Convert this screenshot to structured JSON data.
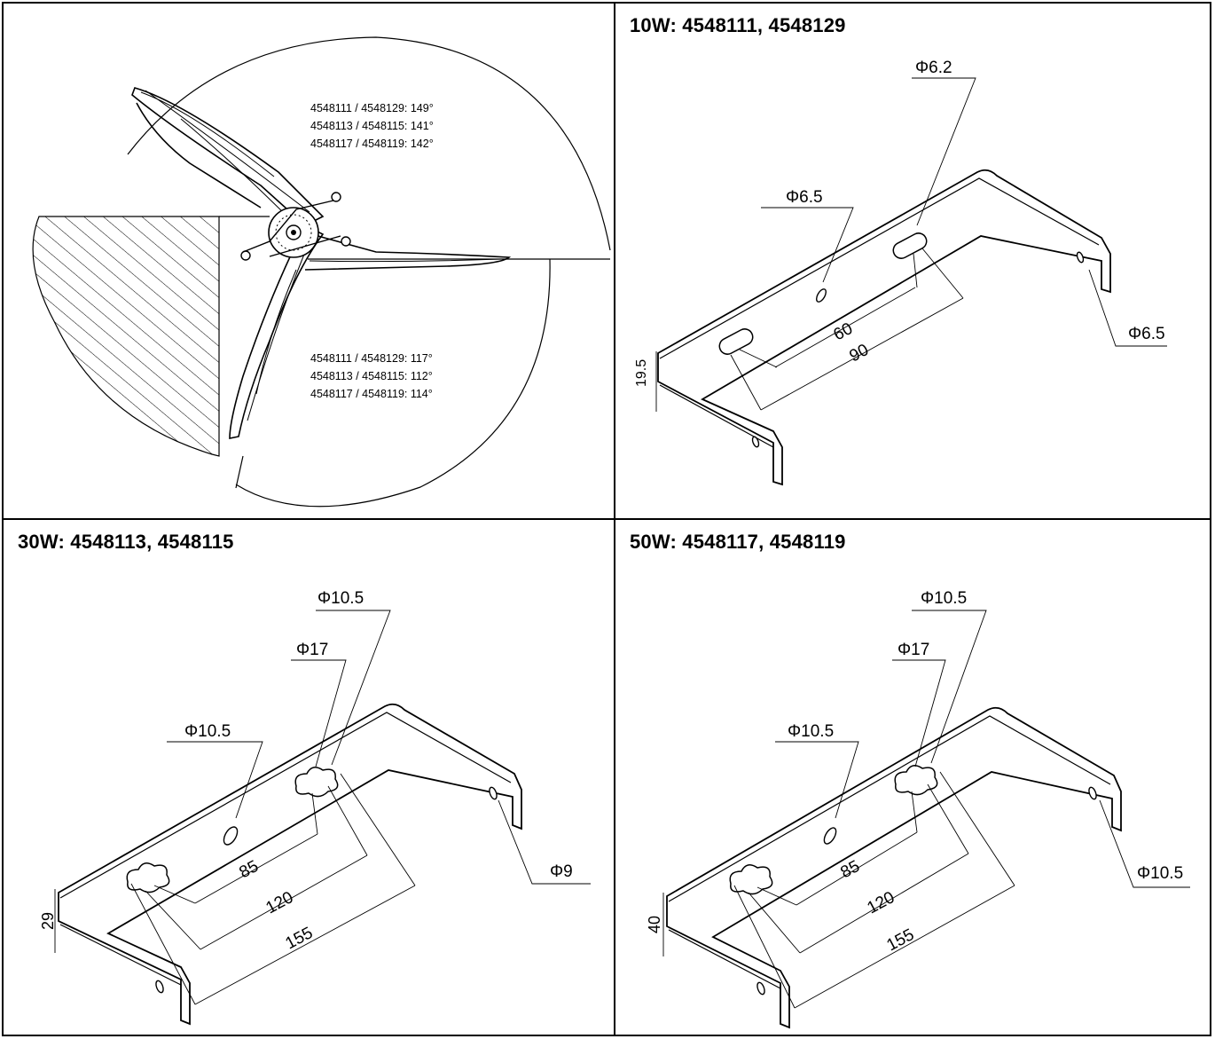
{
  "panels": {
    "angles": {
      "upper_lines": [
        "4548111 / 4548129: 149°",
        "4548113 / 4548115: 141°",
        "4548117 / 4548119: 142°"
      ],
      "lower_lines": [
        "4548111 / 4548129: 117°",
        "4548113 / 4548115: 112°",
        "4548117 / 4548119: 114°"
      ]
    },
    "w10": {
      "title": "10W: 4548111, 4548129",
      "dim_top": "Φ6.2",
      "dim_mid": "Φ6.5",
      "dim_right": "Φ6.5",
      "len_a": "60",
      "len_b": "90",
      "height": "19.5"
    },
    "w30": {
      "title": "30W: 4548113, 4548115",
      "dim_top": "Φ10.5",
      "dim_second": "Φ17",
      "dim_mid": "Φ10.5",
      "dim_right": "Φ9",
      "len_a": "85",
      "len_b": "120",
      "len_c": "155",
      "height": "29"
    },
    "w50": {
      "title": "50W: 4548117, 4548119",
      "dim_top": "Φ10.5",
      "dim_second": "Φ17",
      "dim_mid": "Φ10.5",
      "dim_right": "Φ10.5",
      "len_a": "85",
      "len_b": "120",
      "len_c": "155",
      "height": "40"
    }
  }
}
